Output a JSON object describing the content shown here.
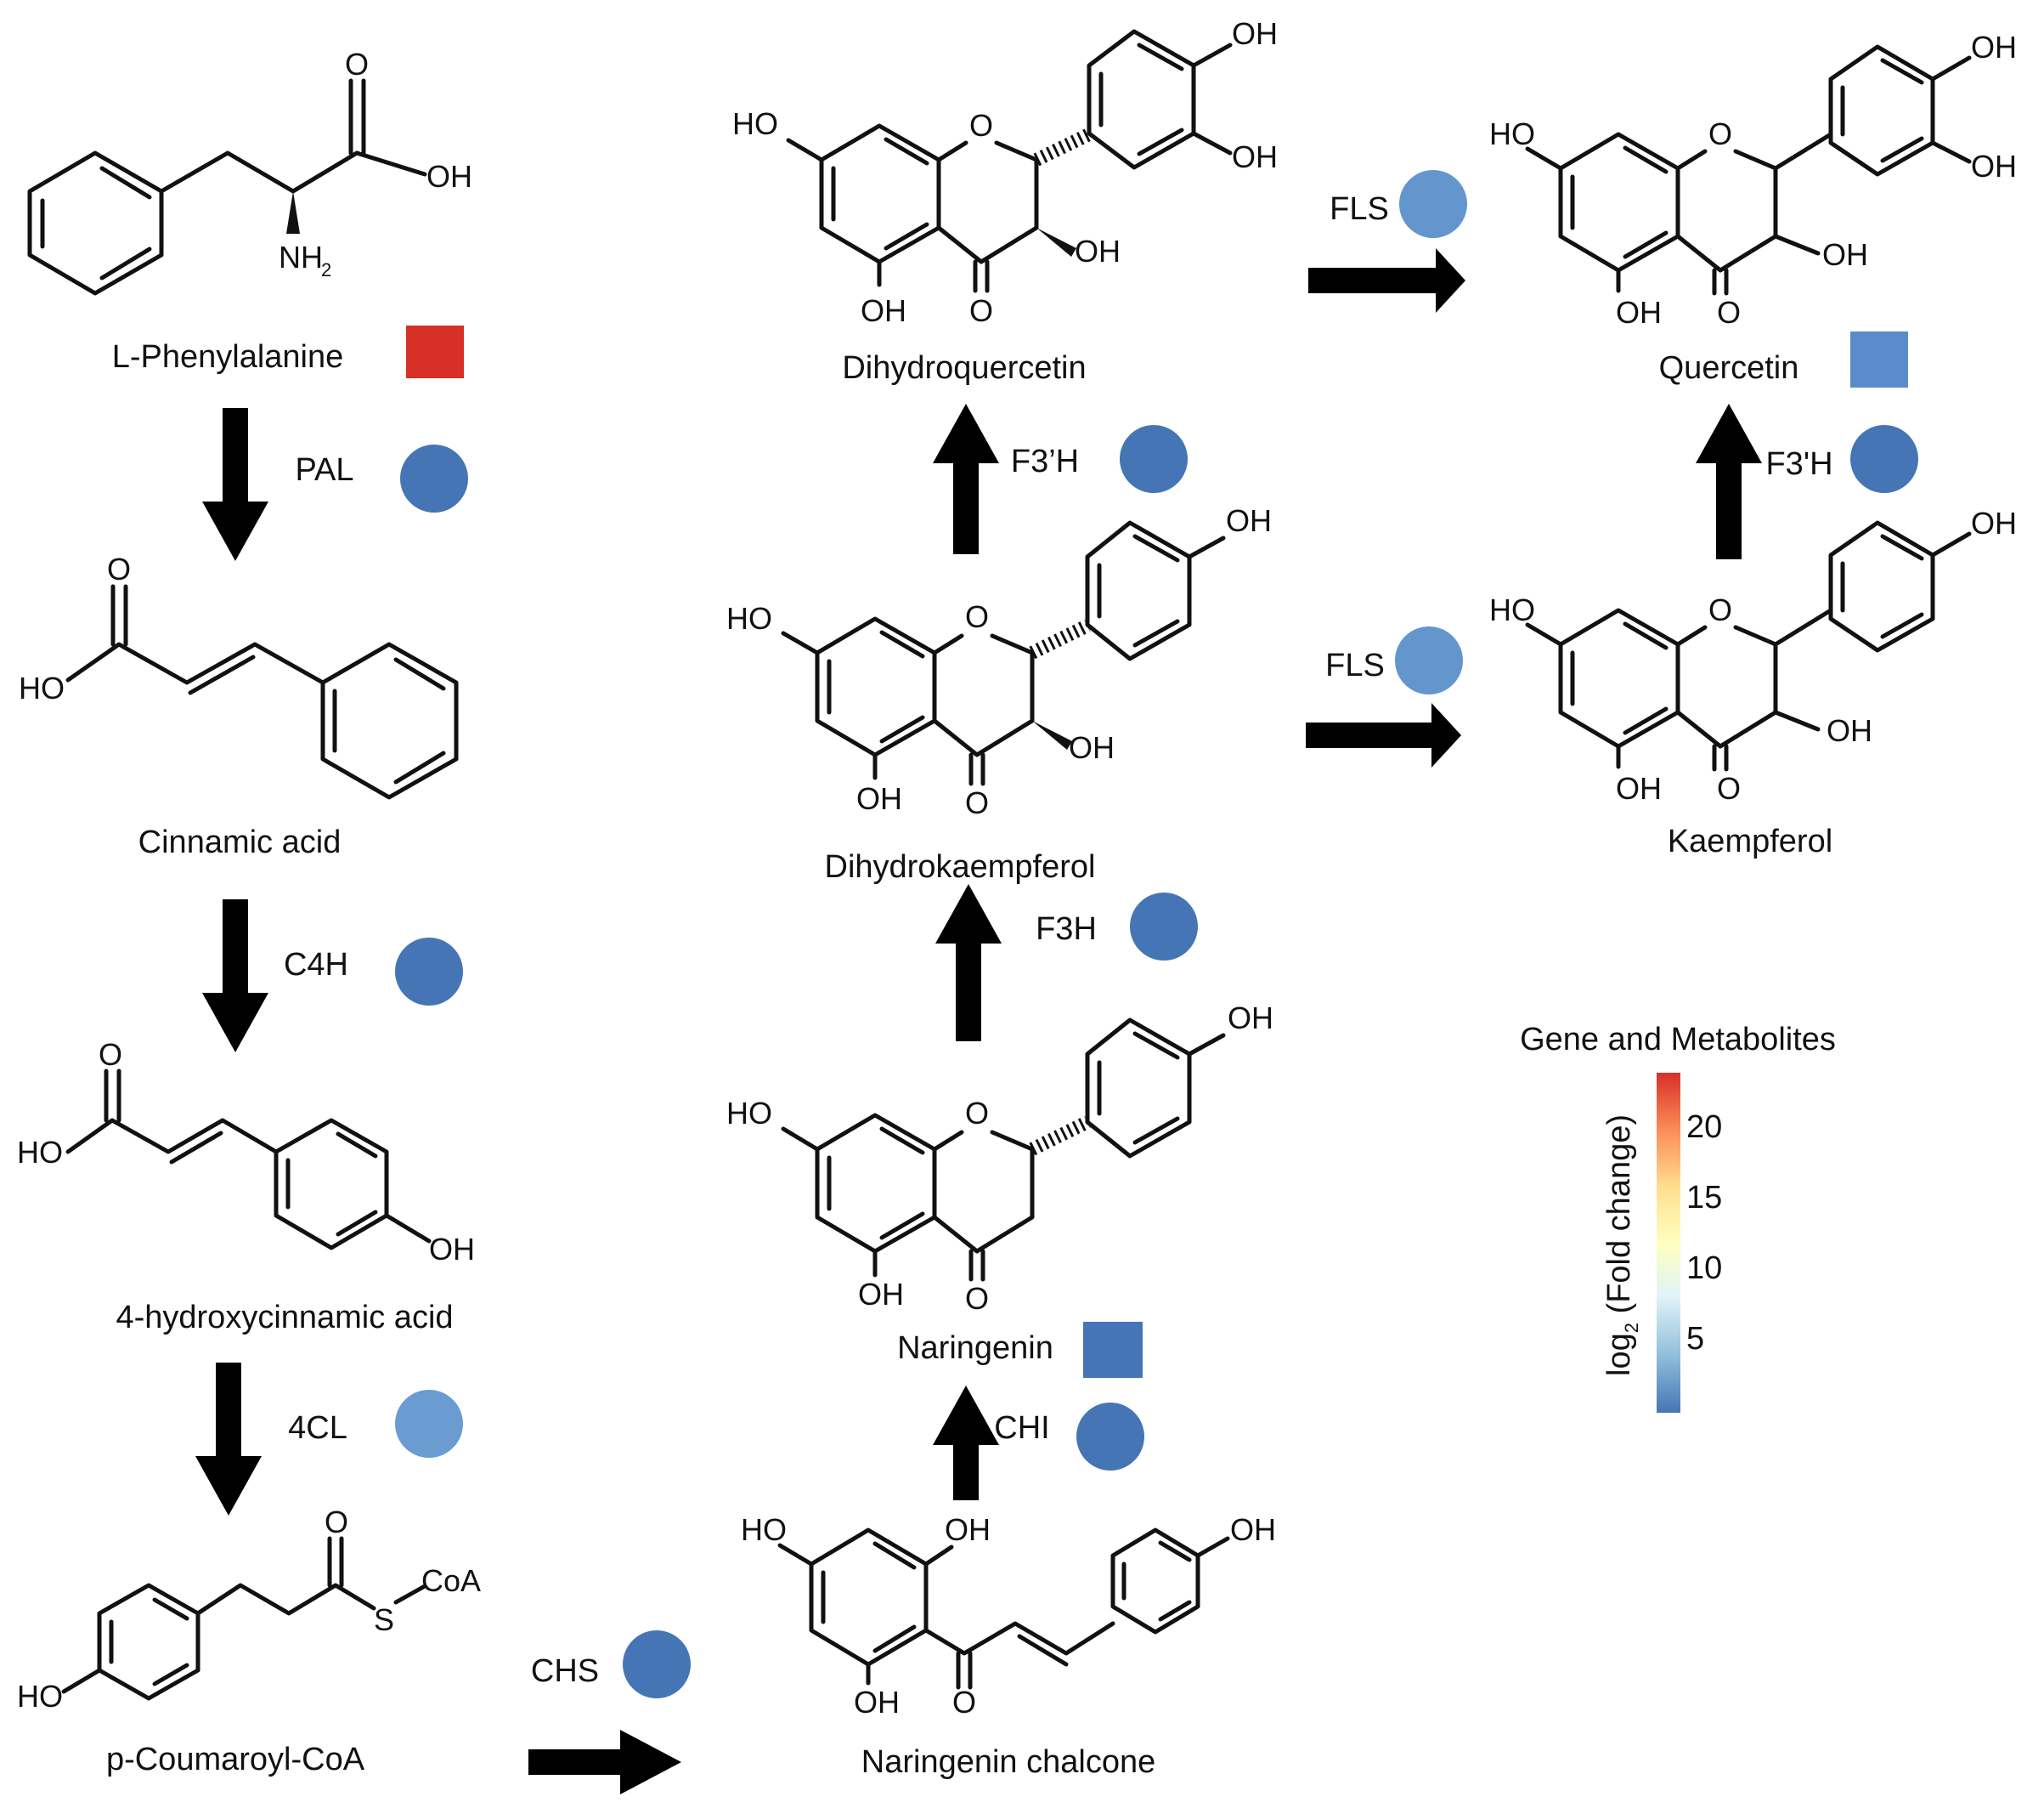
{
  "compounds": [
    {
      "id": "phe",
      "name": "L-Phenylalanine",
      "marker": {
        "shape": "square",
        "color": "#d73027"
      }
    },
    {
      "id": "cin",
      "name": "Cinnamic acid"
    },
    {
      "id": "hca",
      "name": "4-hydroxycinnamic acid"
    },
    {
      "id": "pcoa",
      "name": "p-Coumaroyl-CoA"
    },
    {
      "id": "chal",
      "name": "Naringenin chalcone"
    },
    {
      "id": "nar",
      "name": "Naringenin",
      "marker": {
        "shape": "square",
        "color": "#4575b4"
      }
    },
    {
      "id": "dhk",
      "name": "Dihydrokaempferol"
    },
    {
      "id": "dhq",
      "name": "Dihydroquercetin"
    },
    {
      "id": "kae",
      "name": "Kaempferol"
    },
    {
      "id": "que",
      "name": "Quercetin",
      "marker": {
        "shape": "square",
        "color": "#5a8ccc"
      }
    }
  ],
  "enzymes": [
    {
      "id": "pal",
      "name": "PAL",
      "color": "#4575b4"
    },
    {
      "id": "c4h",
      "name": "C4H",
      "color": "#4575b4"
    },
    {
      "id": "4cl",
      "name": "4CL",
      "color": "#6a9bd1"
    },
    {
      "id": "chs",
      "name": "CHS",
      "color": "#4575b4"
    },
    {
      "id": "chi",
      "name": "CHI",
      "color": "#4575b4"
    },
    {
      "id": "f3h",
      "name": "F3H",
      "color": "#4575b4"
    },
    {
      "id": "f3h_a",
      "name": "F3’H",
      "color": "#4575b4"
    },
    {
      "id": "fls_a",
      "name": "FLS",
      "color": "#6396cd"
    },
    {
      "id": "fls_b",
      "name": "FLS",
      "color": "#6396cd"
    },
    {
      "id": "f3h_b",
      "name": "F3'H",
      "color": "#4575b4"
    }
  ],
  "atoms": {
    "O": "O",
    "OH": "OH",
    "HO": "HO",
    "NH": "NH",
    "sub2": "2",
    "S": "S",
    "CoA": "CoA"
  },
  "legend": {
    "title": "Gene and Metabolites",
    "axis_main": "log",
    "axis_sub": "2",
    "axis_rest": " (Fold change)",
    "ticks": [
      "20",
      "15",
      "10",
      "5"
    ],
    "gradient": [
      "#d73027",
      "#fc8d59",
      "#fee090",
      "#ffffbf",
      "#e0f3f8",
      "#91bfdb",
      "#4575b4"
    ]
  }
}
